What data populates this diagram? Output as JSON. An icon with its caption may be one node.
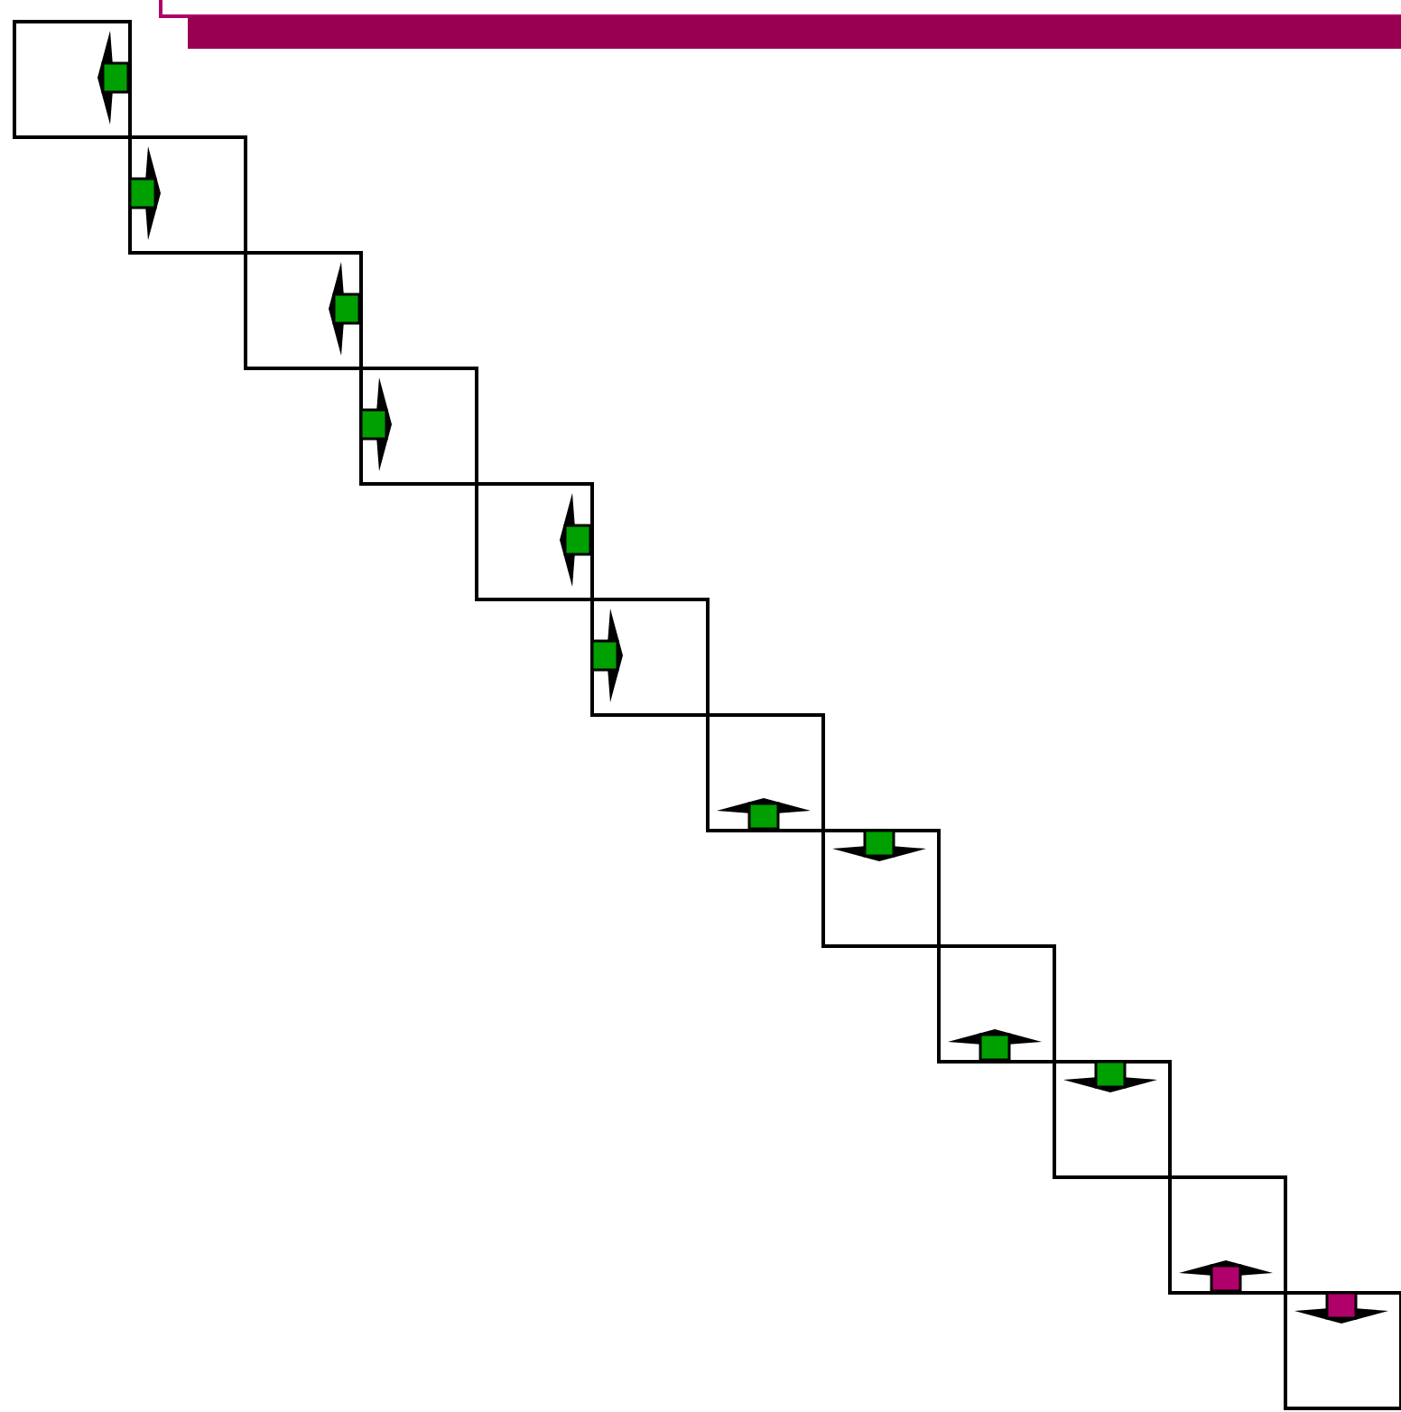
{
  "diagram": {
    "nodes": [
      {
        "text": [],
        "shape": "box"
      },
      {
        "text": [],
        "shape": "box"
      },
      {
        "text": [],
        "shape": "box"
      },
      {
        "text": [],
        "shape": "box"
      },
      {
        "text": [],
        "shape": "box"
      },
      {
        "text": [],
        "shape": "box"
      },
      {
        "text": [],
        "shape": "box"
      },
      {
        "text": [],
        "shape": "box"
      },
      {
        "text": [],
        "shape": "box"
      },
      {
        "text": [],
        "shape": "box"
      },
      {
        "text": [],
        "shape": "box"
      },
      {
        "text": [],
        "shape": "box"
      }
    ]
  }
}
